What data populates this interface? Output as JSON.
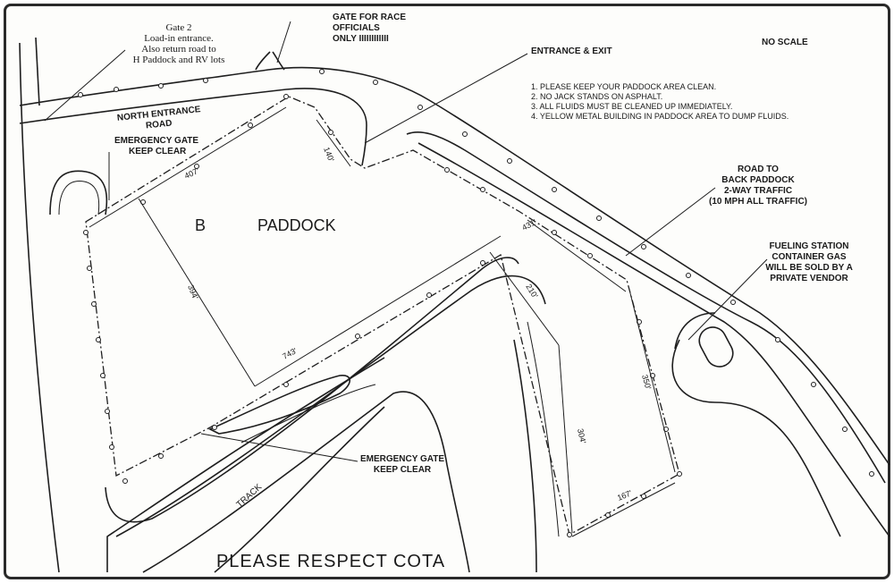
{
  "map": {
    "labels": {
      "gate2_line1": "Gate 2",
      "gate2_line2": "Load-in entrance.",
      "gate2_line3": "Also return road to",
      "gate2_line4": "H Paddock and RV lots",
      "race_gate_line1": "GATE FOR RACE",
      "race_gate_line2": "OFFICIALS",
      "race_gate_line3": "ONLY IIIIIIIIIIII",
      "entrance_exit": "ENTRANCE & EXIT",
      "no_scale": "NO SCALE",
      "north_road_line1": "NORTH ENTRANCE",
      "north_road_line2": "ROAD",
      "emergency_gate_top_line1": "EMERGENCY GATE",
      "emergency_gate_top_line2": "KEEP CLEAR",
      "paddock_letter": "B",
      "paddock_word": "PADDOCK",
      "back_road_line1": "ROAD TO",
      "back_road_line2": "BACK PADDOCK",
      "back_road_line3": "2-WAY TRAFFIC",
      "back_road_line4": "(10 MPH ALL TRAFFIC)",
      "fuel_line1": "FUELING STATION",
      "fuel_line2": "CONTAINER GAS",
      "fuel_line3": "WILL BE SOLD BY A",
      "fuel_line4": "PRIVATE VENDOR",
      "emergency_gate_bottom_line1": "EMERGENCY GATE",
      "emergency_gate_bottom_line2": "KEEP CLEAR",
      "track": "TRACK",
      "footer": "PLEASE RESPECT COTA"
    },
    "rules": [
      "1.  PLEASE KEEP YOUR PADDOCK AREA CLEAN.",
      "2.  NO JACK STANDS ON ASPHALT.",
      "3.  ALL FLUIDS MUST BE CLEANED UP IMMEDIATELY.",
      "4.  YELLOW METAL BUILDING IN PADDOCK AREA TO DUMP FLUIDS."
    ],
    "dimensions": {
      "d140": "140'",
      "d407": "407'",
      "d394": "394'",
      "d743": "743'",
      "d431": "431'",
      "d210": "210'",
      "d350": "350'",
      "d304": "304'",
      "d167": "167'"
    }
  }
}
